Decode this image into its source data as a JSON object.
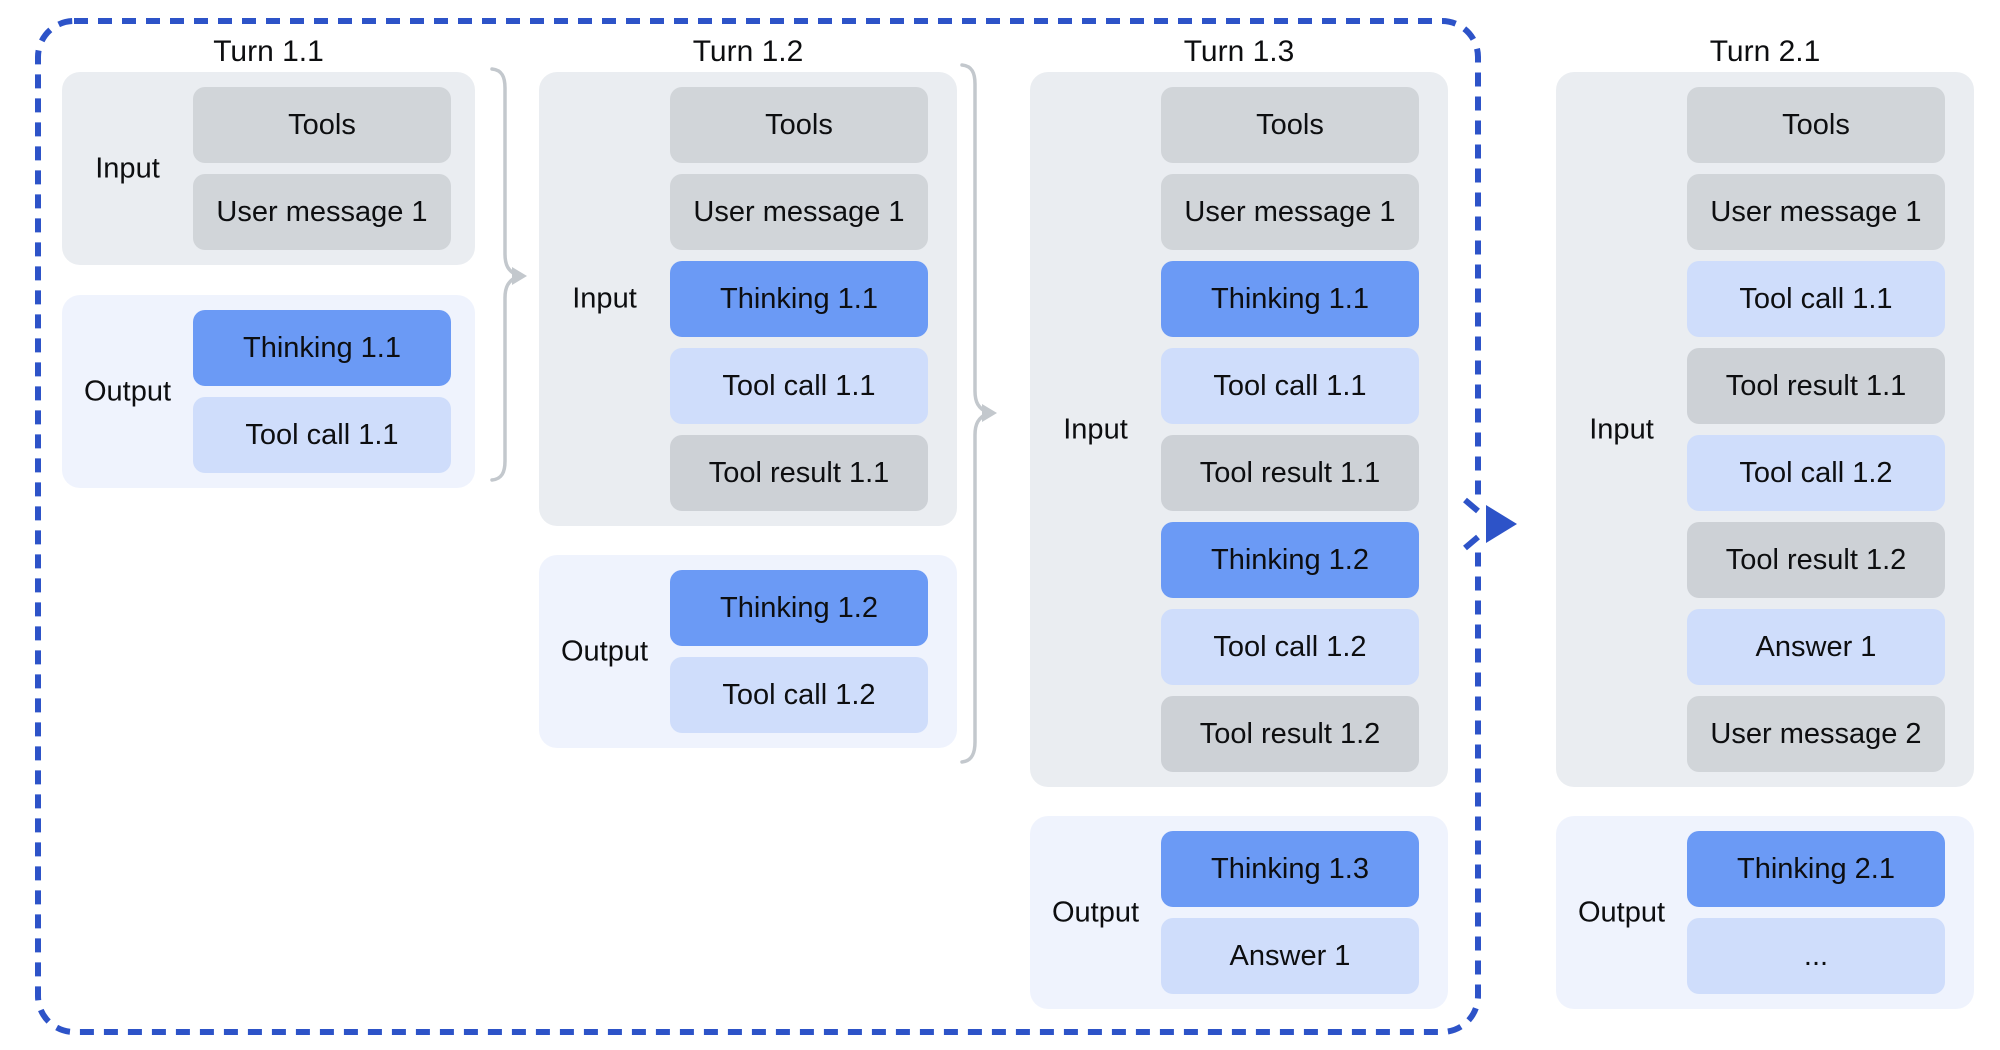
{
  "colors": {
    "input-card": "#eaedf1",
    "output-card": "#eff3fd",
    "pill-gray": "#d1d5d9",
    "pill-gray-dark": "#cdd1d6",
    "pill-thinking": "#6b9af5",
    "pill-tool-call": "#cfddfb",
    "dashed-border": "#2d53c8",
    "bracket": "#c3c8cd",
    "text": "#0d0e10"
  },
  "icons": {
    "bracket_1": "curly-brace-arrow from Turn 1.1 context into Turn 1.2 input",
    "bracket_2": "curly-brace-arrow from Turn 1.2 context into Turn 1.3 input",
    "carryover_arrow": "blue dashed-boundary arrow from Turn 1.3 into Turn 2.1"
  },
  "turns": [
    {
      "title": "Turn 1.1",
      "input": {
        "label": "Input",
        "items": [
          {
            "text": "Tools",
            "type": "tools"
          },
          {
            "text": "User message 1",
            "type": "user"
          }
        ]
      },
      "output": {
        "label": "Output",
        "items": [
          {
            "text": "Thinking 1.1",
            "type": "thinking"
          },
          {
            "text": "Tool call 1.1",
            "type": "tool-call"
          }
        ]
      }
    },
    {
      "title": "Turn 1.2",
      "input": {
        "label": "Input",
        "items": [
          {
            "text": "Tools",
            "type": "tools"
          },
          {
            "text": "User message 1",
            "type": "user"
          },
          {
            "text": "Thinking 1.1",
            "type": "thinking"
          },
          {
            "text": "Tool call 1.1",
            "type": "tool-call"
          },
          {
            "text": "Tool result 1.1",
            "type": "tool-result"
          }
        ]
      },
      "output": {
        "label": "Output",
        "items": [
          {
            "text": "Thinking 1.2",
            "type": "thinking"
          },
          {
            "text": "Tool call 1.2",
            "type": "tool-call"
          }
        ]
      }
    },
    {
      "title": "Turn 1.3",
      "input": {
        "label": "Input",
        "items": [
          {
            "text": "Tools",
            "type": "tools"
          },
          {
            "text": "User message 1",
            "type": "user"
          },
          {
            "text": "Thinking 1.1",
            "type": "thinking"
          },
          {
            "text": "Tool call 1.1",
            "type": "tool-call"
          },
          {
            "text": "Tool result 1.1",
            "type": "tool-result"
          },
          {
            "text": "Thinking 1.2",
            "type": "thinking"
          },
          {
            "text": "Tool call 1.2",
            "type": "tool-call"
          },
          {
            "text": "Tool result 1.2",
            "type": "tool-result"
          }
        ]
      },
      "output": {
        "label": "Output",
        "items": [
          {
            "text": "Thinking 1.3",
            "type": "thinking"
          },
          {
            "text": "Answer 1",
            "type": "answer"
          }
        ]
      }
    },
    {
      "title": "Turn 2.1",
      "input": {
        "label": "Input",
        "items": [
          {
            "text": "Tools",
            "type": "tools"
          },
          {
            "text": "User message 1",
            "type": "user"
          },
          {
            "text": "Tool call 1.1",
            "type": "tool-call"
          },
          {
            "text": "Tool result 1.1",
            "type": "tool-result"
          },
          {
            "text": "Tool call 1.2",
            "type": "tool-call"
          },
          {
            "text": "Tool result 1.2",
            "type": "tool-result"
          },
          {
            "text": "Answer 1",
            "type": "answer"
          },
          {
            "text": "User message 2",
            "type": "user"
          }
        ]
      },
      "output": {
        "label": "Output",
        "items": [
          {
            "text": "Thinking 2.1",
            "type": "thinking"
          },
          {
            "text": "...",
            "type": "ellipsis"
          }
        ]
      }
    }
  ]
}
